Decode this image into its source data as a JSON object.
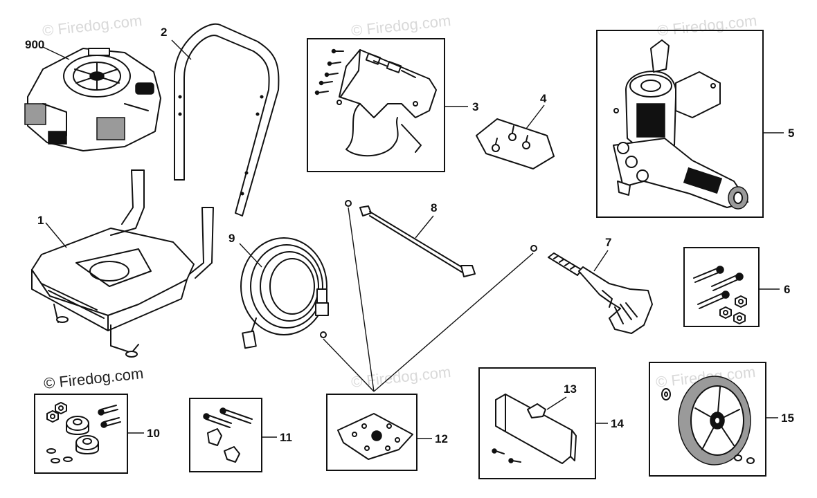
{
  "watermark": {
    "text": "© Firedog.com"
  },
  "callouts": {
    "c900": "900",
    "c1": "1",
    "c2": "2",
    "c3": "3",
    "c4": "4",
    "c5": "5",
    "c6": "6",
    "c7": "7",
    "c8": "8",
    "c9": "9",
    "c10": "10",
    "c11": "11",
    "c12": "12",
    "c13": "13",
    "c14": "14",
    "c15": "15"
  },
  "parts": [
    {
      "id": "900",
      "icon": "engine-icon"
    },
    {
      "id": "1",
      "icon": "base-frame-icon"
    },
    {
      "id": "2",
      "icon": "handle-icon"
    },
    {
      "id": "3",
      "icon": "gun-holder-bracket-icon"
    },
    {
      "id": "4",
      "icon": "hardware-bag-icon"
    },
    {
      "id": "5",
      "icon": "pump-icon"
    },
    {
      "id": "6",
      "icon": "bolt-kit-icon"
    },
    {
      "id": "7",
      "icon": "spray-gun-icon"
    },
    {
      "id": "8",
      "icon": "lance-icon"
    },
    {
      "id": "9",
      "icon": "hose-icon"
    },
    {
      "id": "10",
      "icon": "foot-kit-icon"
    },
    {
      "id": "11",
      "icon": "handle-hardware-icon"
    },
    {
      "id": "12",
      "icon": "o-ring-kit-icon"
    },
    {
      "id": "13",
      "icon": "nozzle-icon"
    },
    {
      "id": "14",
      "icon": "nozzle-holder-icon"
    },
    {
      "id": "15",
      "icon": "wheel-icon"
    }
  ]
}
